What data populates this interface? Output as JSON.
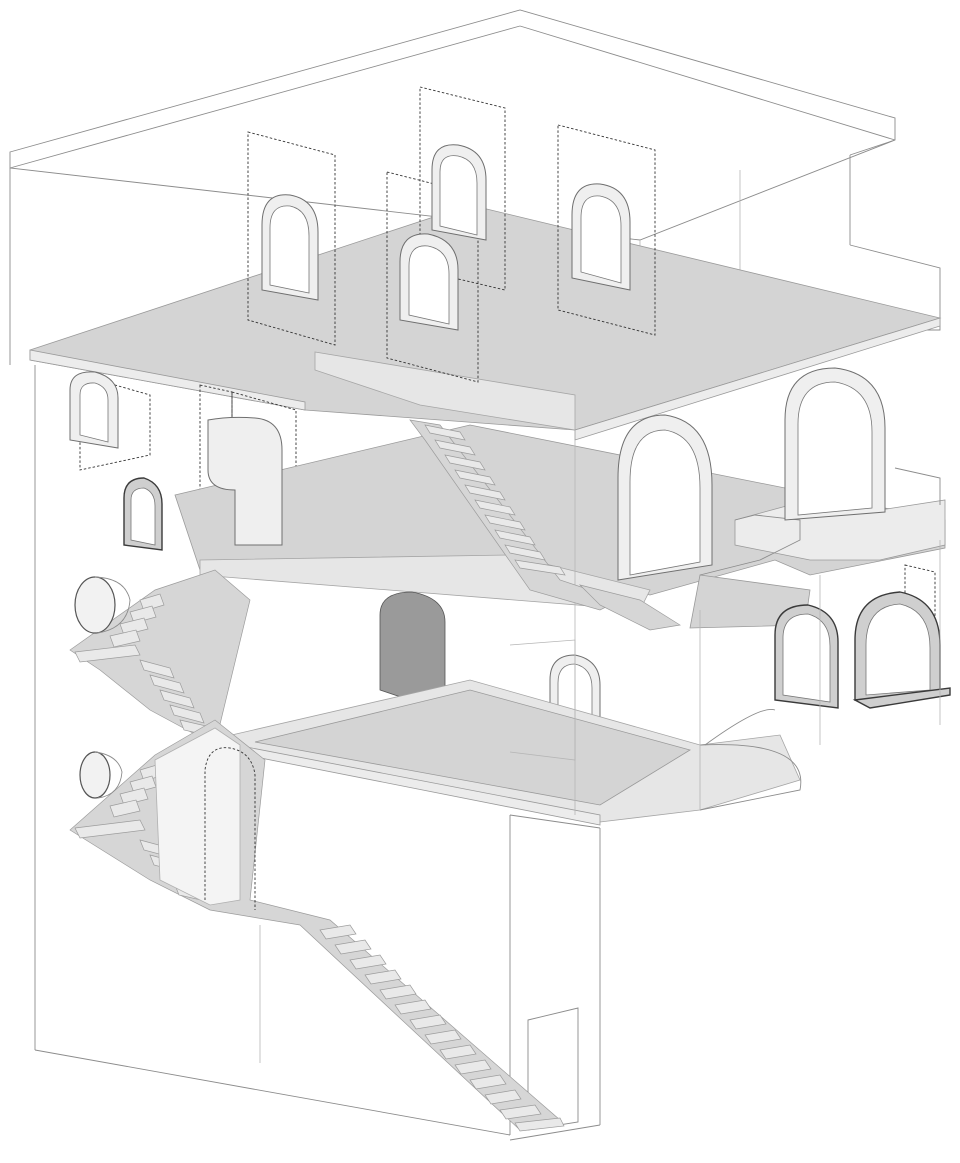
{
  "figure": {
    "kind": "axonometric section of a multi-storey house with arched openings and staircases",
    "colors": {
      "line": "#8c8c8c",
      "hidden_line": "#333333",
      "floor_slab": "#d4d4d4",
      "stair": "#e9e9e9",
      "arch_frame": "#efefef",
      "background": "#ffffff"
    },
    "elements": [
      {
        "name": "roof-outline"
      },
      {
        "name": "upper-floor-slab"
      },
      {
        "name": "middle-floor-slab"
      },
      {
        "name": "lower-floor-slab"
      },
      {
        "name": "balcony-slab"
      },
      {
        "name": "main-staircase"
      },
      {
        "name": "upper-staircase"
      },
      {
        "name": "side-staircase"
      },
      {
        "name": "round-window"
      },
      {
        "name": "arched-windows"
      },
      {
        "name": "arched-doors"
      },
      {
        "name": "hidden-openings"
      }
    ]
  }
}
